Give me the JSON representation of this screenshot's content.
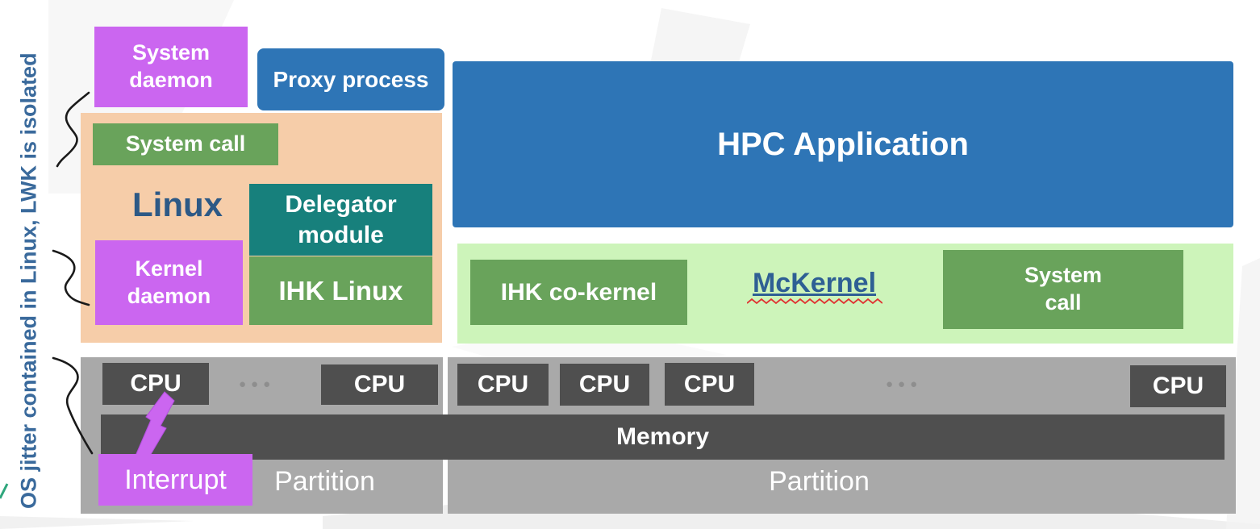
{
  "side_note": {
    "text": "OS jitter contained in Linux, LWK is isolated"
  },
  "linux_section": {
    "title": "Linux",
    "system_daemon": {
      "lines": [
        "System",
        "daemon"
      ]
    },
    "proxy_process": {
      "label": "Proxy process"
    },
    "system_call": {
      "label": "System call"
    },
    "delegator_module": {
      "lines": [
        "Delegator",
        "module"
      ]
    },
    "ihk_linux": {
      "label": "IHK Linux"
    },
    "kernel_daemon": {
      "lines": [
        "Kernel",
        "daemon"
      ]
    }
  },
  "mckernel_section": {
    "hpc_application": {
      "label": "HPC Application"
    },
    "ihk_co_kernel": {
      "label": "IHK co-kernel"
    },
    "mckernel": {
      "label": "McKernel"
    },
    "system_call": {
      "lines": [
        "System",
        "call"
      ]
    }
  },
  "hardware_section": {
    "cpu_label": "CPU",
    "ellipsis": "●●●",
    "memory_label": "Memory",
    "left_partition_label": "Partition",
    "right_partition_label": "Partition",
    "interrupt_label": "Interrupt"
  },
  "colors": {
    "purple_box": "#cb66f0",
    "blue_box": "#2e75b6",
    "peach_container": "#f6cda9",
    "green_box": "#69a35b",
    "teal_box": "#17807c",
    "light_green_band": "#cdf4ba",
    "partition_gray": "#a9a9a9",
    "cpu_memory_dark_gray": "#4f4f4f",
    "note_text_blue": "#3a6a9c",
    "linux_title_blue": "#2d5986",
    "mckernel_text_blue": "#2e5f94",
    "spellcheck_wavy_red": "#e03131"
  }
}
